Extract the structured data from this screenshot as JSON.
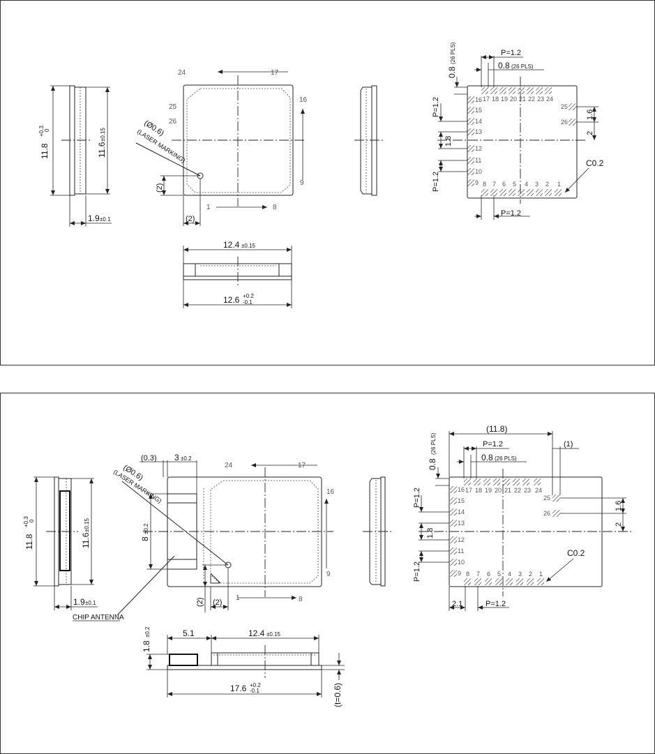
{
  "top": {
    "side_height": "11.8",
    "side_height_tol_plus": "+0.3",
    "side_height_tol_minus": "0",
    "side_inner_height": "11.6",
    "side_inner_tol": "±0.15",
    "side_thickness": "1.9",
    "side_thickness_tol": "±0.1",
    "pin_top_left": "24",
    "pin_top_right": "17",
    "pin_left_upper": "25",
    "pin_left_lower": "26",
    "pin_right_upper": "16",
    "pin_right_lower": "9",
    "pin_bottom_left": "1",
    "pin_bottom_right": "8",
    "marking_dia": "(Ø0.6)",
    "marking_label": "(LASER MARKING)",
    "offset_x": "(2)",
    "offset_y": "(2)",
    "front_width": "12.4",
    "front_width_tol": "±0.15",
    "front_total": "12.6",
    "front_total_tol_plus": "+0.2",
    "front_total_tol_minus": "-0.1",
    "land_pad_size": "0.8",
    "land_pad_count": "(26 PLS)",
    "land_pitch": "P=1.2",
    "land_pitch_v": "P=1.2",
    "land_gap": "1.8",
    "land_side_gap": "1.6",
    "land_side_gap2": "2",
    "chamfer": "C0.2",
    "pins_top_row": [
      "17",
      "18",
      "19",
      "20",
      "21",
      "22",
      "23",
      "24"
    ],
    "pins_bottom_row": [
      "8",
      "7",
      "6",
      "5",
      "4",
      "3",
      "2",
      "1"
    ],
    "pins_left_upper": [
      "16",
      "15",
      "14",
      "13"
    ],
    "pins_left_lower": [
      "12",
      "11",
      "10",
      "9"
    ],
    "pins_right": [
      "25",
      "26"
    ]
  },
  "bottom": {
    "side_height": "11.8",
    "side_height_tol_plus": "+0.3",
    "side_height_tol_minus": "0",
    "side_inner_height": "11.6",
    "side_inner_tol": "±0.15",
    "side_thickness": "1.9",
    "side_thickness_tol": "±0.1",
    "antenna_gap": "(0.3)",
    "antenna_width": "3",
    "antenna_width_tol": "±0.2",
    "antenna_height": "8",
    "antenna_height_tol": "±0.2",
    "chip_antenna": "CHIP ANTENNA",
    "marking_dia": "(Ø0.6)",
    "marking_label": "(LASER MARKING)",
    "offset_x": "(2)",
    "offset_y": "(2)",
    "pin_top_left": "24",
    "pin_top_right": "17",
    "pin_right_upper": "16",
    "pin_right_lower": "9",
    "pin_bottom_left": "1",
    "pin_bottom_right": "8",
    "front_height": "1.8",
    "front_height_tol": "±0.2",
    "front_antenna": "5.1",
    "front_width": "12.4",
    "front_width_tol": "±0.15",
    "front_total": "17.6",
    "front_total_tol_plus": "+0.2",
    "front_total_tol_minus": "-0.1",
    "pcb_thickness": "(t=0.6)",
    "land_total": "(11.8)",
    "land_edge": "(1)",
    "land_pad_size": "0.8",
    "land_pad_count": "(26 PLS)",
    "land_pitch": "P=1.2",
    "land_pitch_v": "P=1.2",
    "land_gap": "1.8",
    "land_side_gap": "1.6",
    "land_side_gap2": "2",
    "land_left": "2.1",
    "chamfer": "C0.2",
    "pins_top_row": [
      "17",
      "18",
      "19",
      "20",
      "21",
      "22",
      "23",
      "24"
    ],
    "pins_bottom_row": [
      "8",
      "7",
      "6",
      "5",
      "4",
      "3",
      "2",
      "1"
    ],
    "pins_left_upper": [
      "16",
      "15",
      "14",
      "13"
    ],
    "pins_left_lower": [
      "12",
      "11",
      "10",
      "9"
    ],
    "pins_right": [
      "25",
      "26"
    ]
  }
}
